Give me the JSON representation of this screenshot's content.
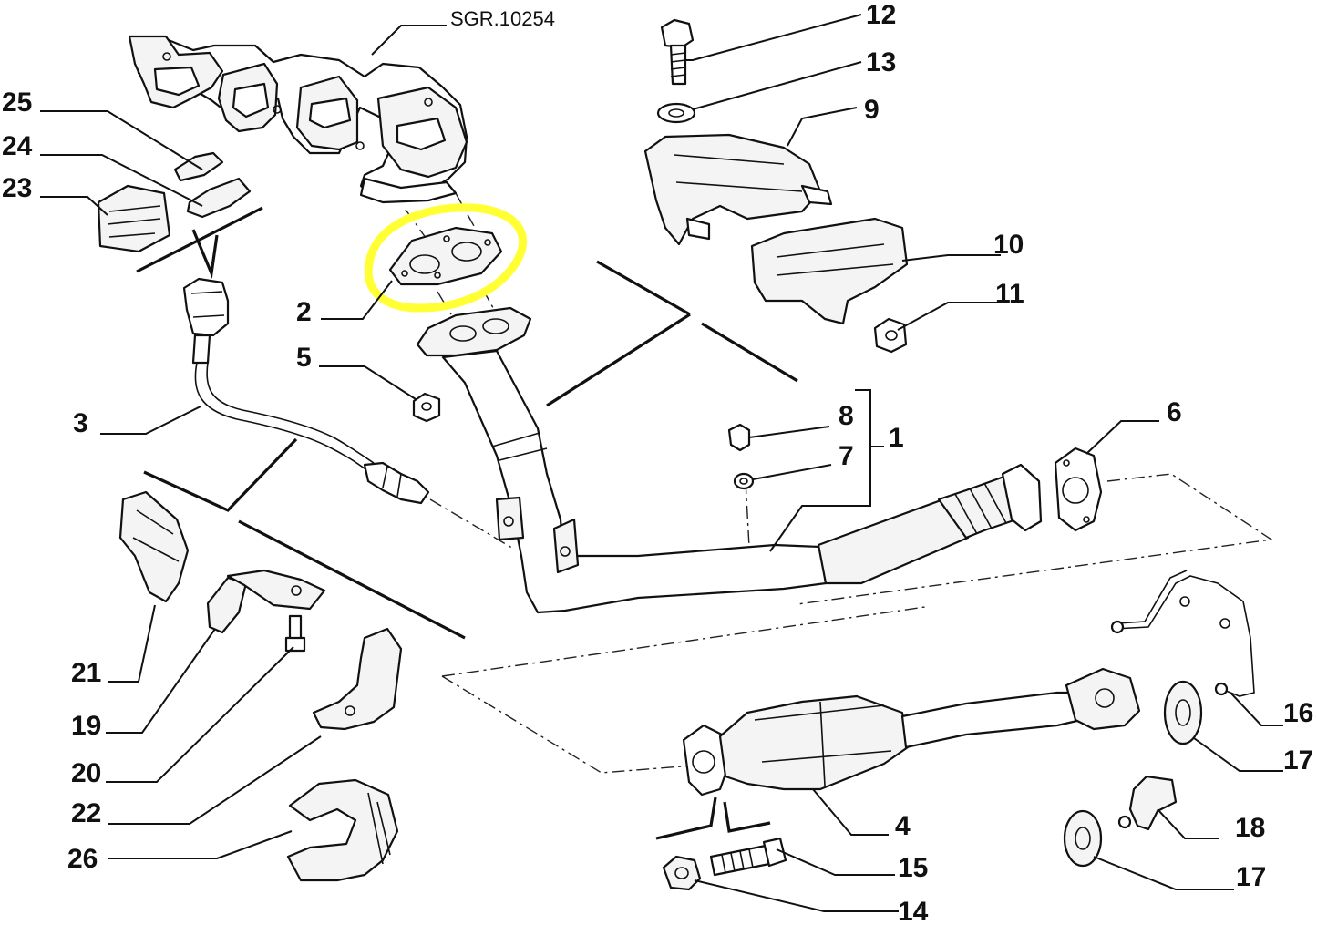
{
  "diagram": {
    "reference": "SGR.10254",
    "highlight_color": "#ffff33",
    "labels": [
      {
        "id": "1",
        "text": "1"
      },
      {
        "id": "2",
        "text": "2"
      },
      {
        "id": "3",
        "text": "3"
      },
      {
        "id": "4",
        "text": "4"
      },
      {
        "id": "5",
        "text": "5"
      },
      {
        "id": "6",
        "text": "6"
      },
      {
        "id": "7",
        "text": "7"
      },
      {
        "id": "8",
        "text": "8"
      },
      {
        "id": "9",
        "text": "9"
      },
      {
        "id": "10",
        "text": "10"
      },
      {
        "id": "11",
        "text": "11"
      },
      {
        "id": "12",
        "text": "12"
      },
      {
        "id": "13",
        "text": "13"
      },
      {
        "id": "14",
        "text": "14"
      },
      {
        "id": "15",
        "text": "15"
      },
      {
        "id": "16",
        "text": "16"
      },
      {
        "id": "17a",
        "text": "17"
      },
      {
        "id": "17b",
        "text": "17"
      },
      {
        "id": "18",
        "text": "18"
      },
      {
        "id": "19",
        "text": "19"
      },
      {
        "id": "20",
        "text": "20"
      },
      {
        "id": "21",
        "text": "21"
      },
      {
        "id": "22",
        "text": "22"
      },
      {
        "id": "23",
        "text": "23"
      },
      {
        "id": "24",
        "text": "24"
      },
      {
        "id": "25",
        "text": "25"
      },
      {
        "id": "26",
        "text": "26"
      }
    ]
  }
}
